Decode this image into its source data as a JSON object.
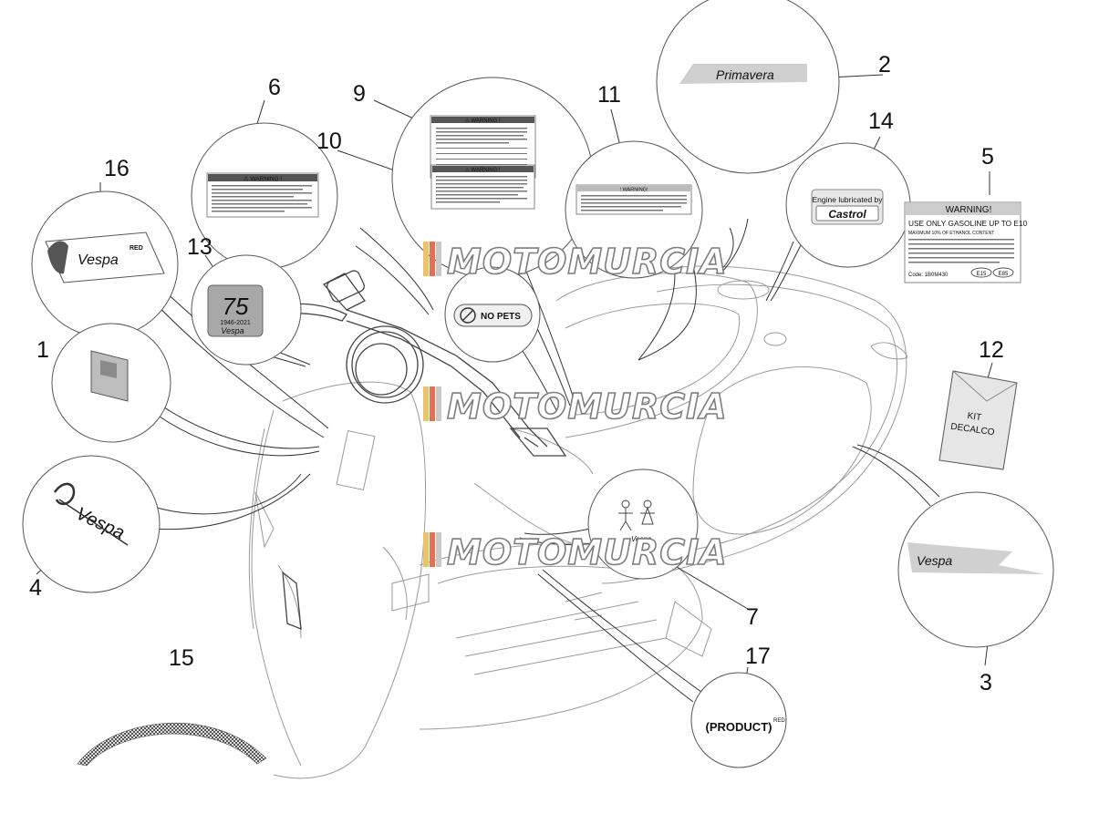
{
  "callouts": [
    "1",
    "2",
    "3",
    "4",
    "5",
    "6",
    "7",
    "9",
    "10",
    "11",
    "12",
    "13",
    "14",
    "15",
    "16",
    "17"
  ],
  "decals": {
    "warning_title": "⚠ WARNING !",
    "warning_title_11": "! WARNING!",
    "warning5_title": "WARNING!",
    "warning5_line1": "USE ONLY GASOLINE UP TO E10",
    "warning5_line2": "MAXIMUM 10% OF ETHANOL CONTENT",
    "warning5_code": "Code: 1B0M430",
    "warning5_e15": "E15",
    "warning5_e85": "E85",
    "no_pets": "NO PETS",
    "castrol_line1": "Engine lubricated by",
    "castrol_line2": "Castrol",
    "kit_line1": "KIT",
    "kit_line2": "DECALCO",
    "years": "1946-2021",
    "seventy_five": "75",
    "product_red": "(PRODUCT)",
    "red_small": "RED",
    "vespa": "Vespa",
    "primavera": "Primavera"
  },
  "watermark": "MOTOMURCIA"
}
